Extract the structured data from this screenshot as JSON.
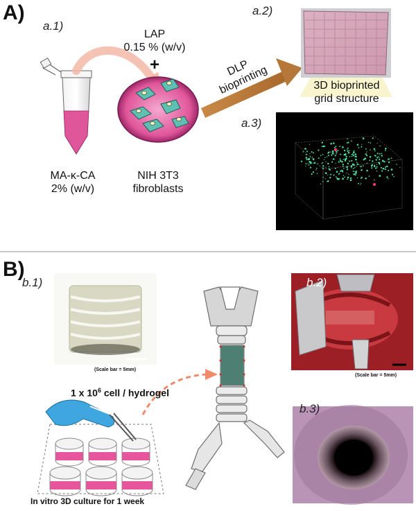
{
  "panel_a": {
    "letter": "A)",
    "sub1": "a.1)",
    "sub2": "a.2)",
    "sub3": "a.3)",
    "lap_line1": "LAP",
    "lap_line2": "0.15 % (w/v)",
    "plus": "+",
    "tube_label_line1": "MA-κ-CA",
    "tube_label_line2": "2% (w/v)",
    "cells_label_line1": "NIH 3T3",
    "cells_label_line2": "fibroblasts",
    "arrow_label_line1": "DLP",
    "arrow_label_line2": "bioprinting",
    "grid_caption_line1": "3D bioprinted",
    "grid_caption_line2": "grid structure"
  },
  "panel_b": {
    "letter": "B)",
    "sub1": "b.1)",
    "sub2": "b.2)",
    "sub3": "b.3)",
    "scale_bar_1": "(Scale bar = 5mm)",
    "scale_bar_2": "(Scale bar = 5mm)",
    "cell_density_prefix": "1 x 10",
    "cell_density_exp": "6",
    "cell_density_suffix": " cell / hydrogel",
    "culture_caption": "In vitro 3D culture for 1 week"
  },
  "colors": {
    "arrow_brown": "#b5773a",
    "pink": "#e0569a",
    "divider": "#c9c9c9"
  }
}
